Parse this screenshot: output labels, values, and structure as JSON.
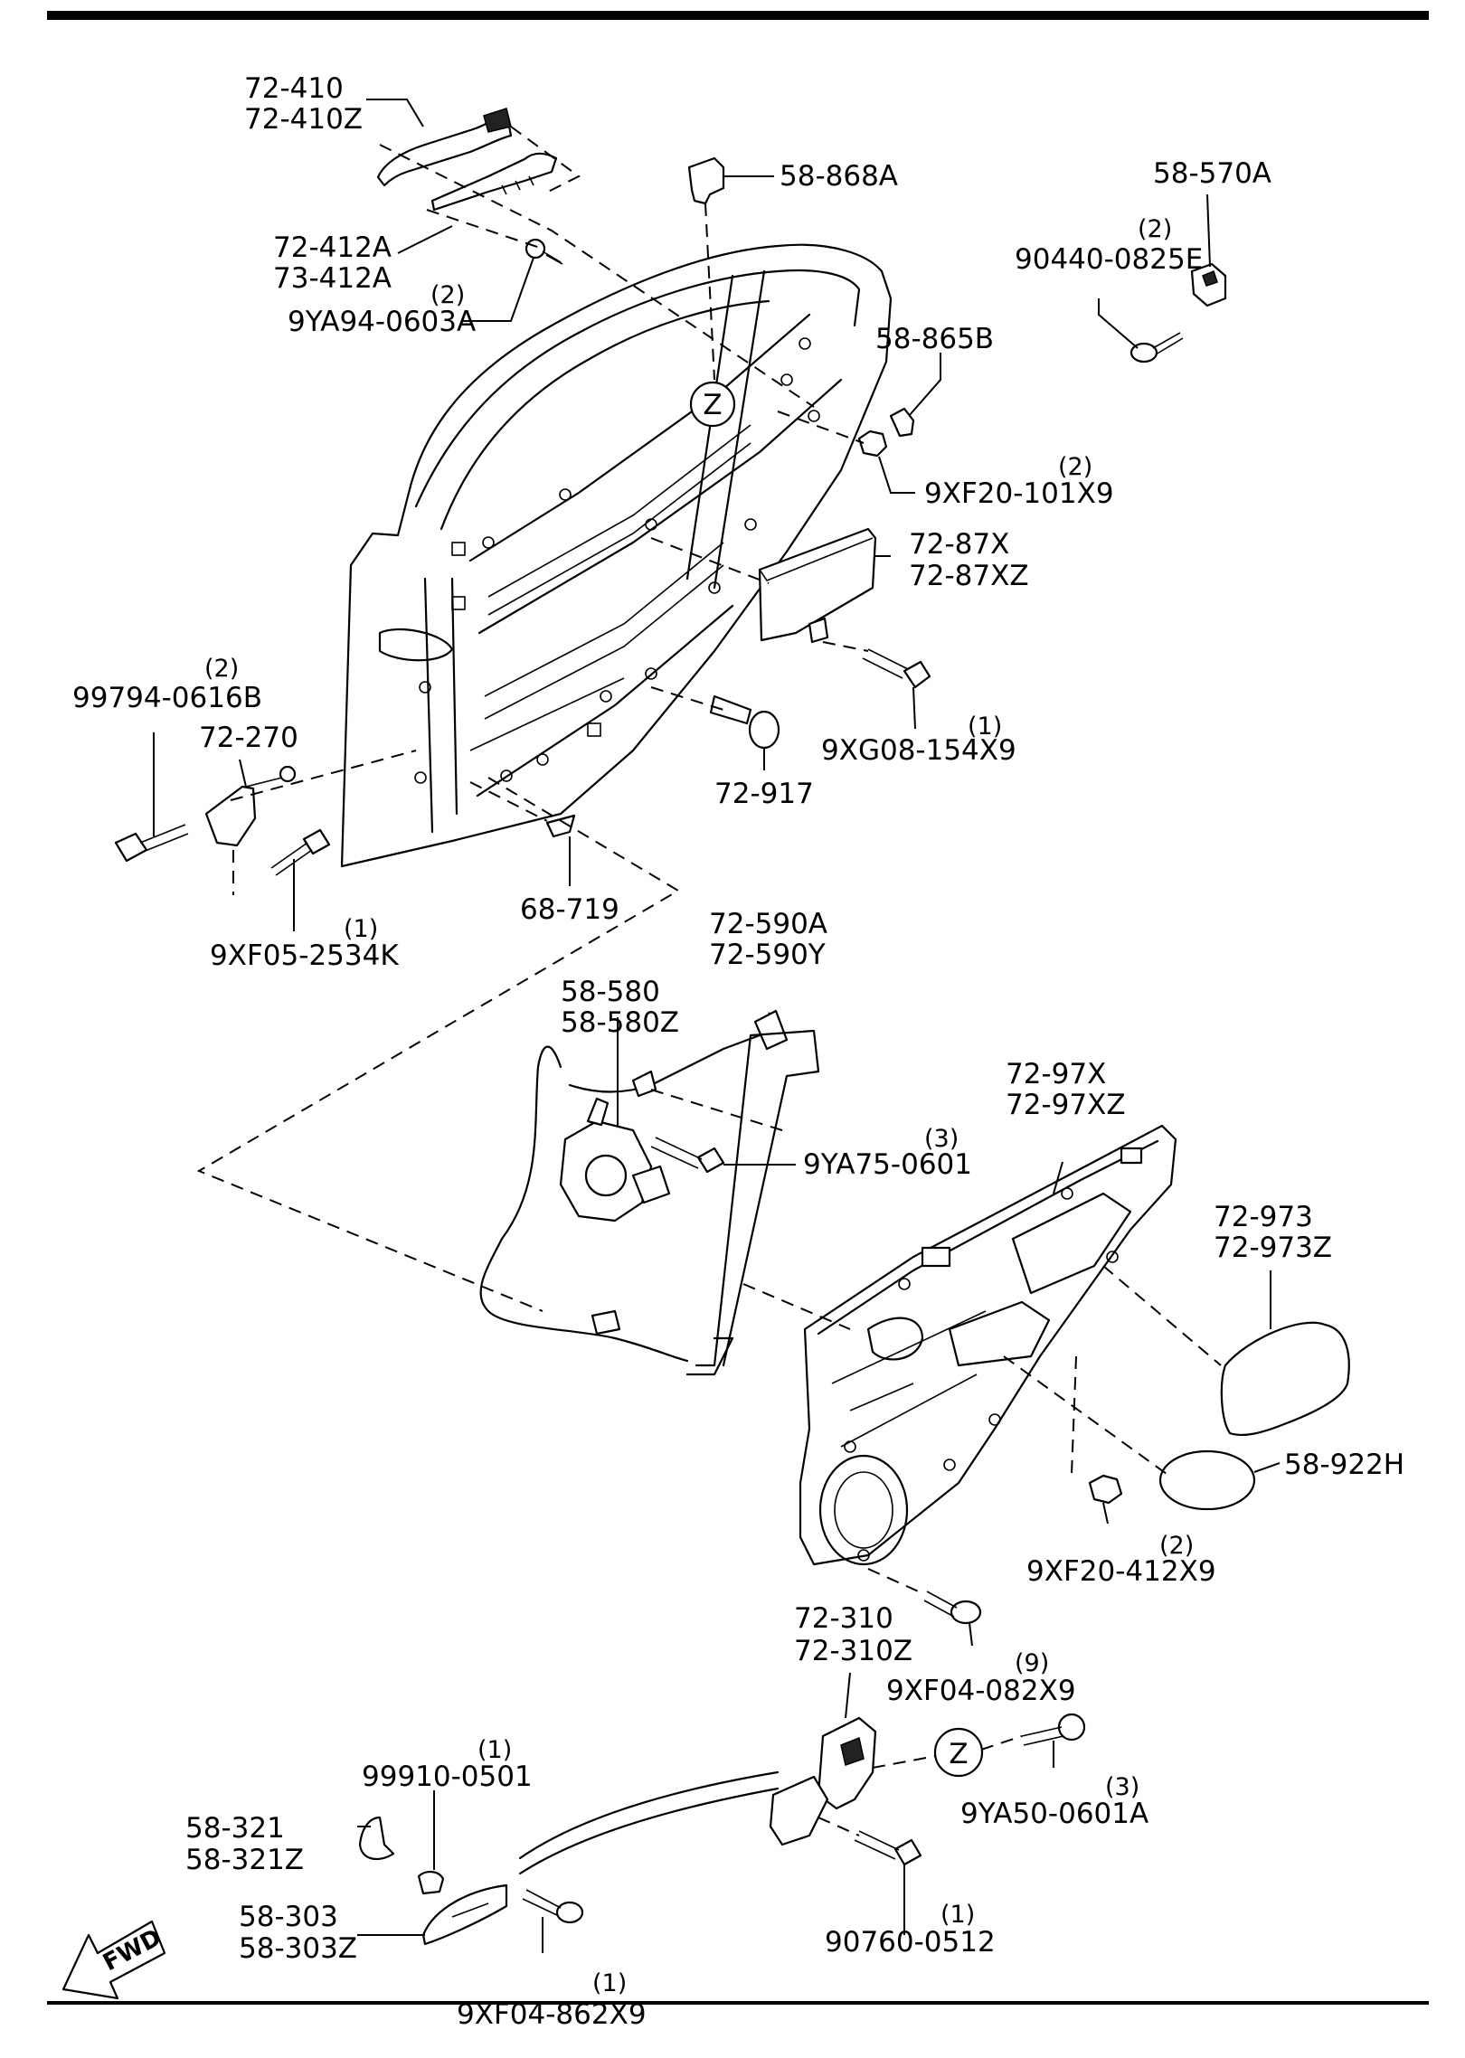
{
  "labels": {
    "p72_410": [
      "72-410",
      "72-410Z"
    ],
    "p72_412a": [
      "72-412A",
      "73-412A"
    ],
    "p9ya94": {
      "qty": "(2)",
      "num": "9YA94-0603A"
    },
    "p58_868a": "58-868A",
    "p58_570a": "58-570A",
    "p90440": {
      "qty": "(2)",
      "num": "90440-0825E"
    },
    "p58_865b": "58-865B",
    "p9xf20_101": {
      "qty": "(2)",
      "num": "9XF20-101X9"
    },
    "p72_87x": [
      "72-87X",
      "72-87XZ"
    ],
    "p99794": {
      "qty": "(2)",
      "num": "99794-0616B"
    },
    "p72_270": "72-270",
    "p9xg08": {
      "qty": "(1)",
      "num": "9XG08-154X9"
    },
    "p72_917": "72-917",
    "p68_719": "68-719",
    "p9xf05": {
      "qty": "(1)",
      "num": "9XF05-2534K"
    },
    "p72_590a": [
      "72-590A",
      "72-590Y"
    ],
    "p58_580": [
      "58-580",
      "58-580Z"
    ],
    "p9ya75": {
      "qty": "(3)",
      "num": "9YA75-0601"
    },
    "p72_97x": [
      "72-97X",
      "72-97XZ"
    ],
    "p72_973": [
      "72-973",
      "72-973Z"
    ],
    "p58_922h": "58-922H",
    "p9xf20_412": {
      "qty": "(2)",
      "num": "9XF20-412X9"
    },
    "p72_310": [
      "72-310",
      "72-310Z"
    ],
    "p9xf04_082": {
      "qty": "(9)",
      "num": "9XF04-082X9"
    },
    "p9ya50": {
      "qty": "(3)",
      "num": "9YA50-0601A"
    },
    "p99910": {
      "qty": "(1)",
      "num": "99910-0501"
    },
    "p58_321": [
      "58-321",
      "58-321Z"
    ],
    "p58_303": [
      "58-303",
      "58-303Z"
    ],
    "p90760": {
      "qty": "(1)",
      "num": "90760-0512"
    },
    "p9xf04_862": {
      "qty": "(1)",
      "num": "9XF04-862X9"
    }
  },
  "markers": {
    "z_top": "Z",
    "z_bottom": "Z"
  },
  "fwd_arrow": "FWD"
}
